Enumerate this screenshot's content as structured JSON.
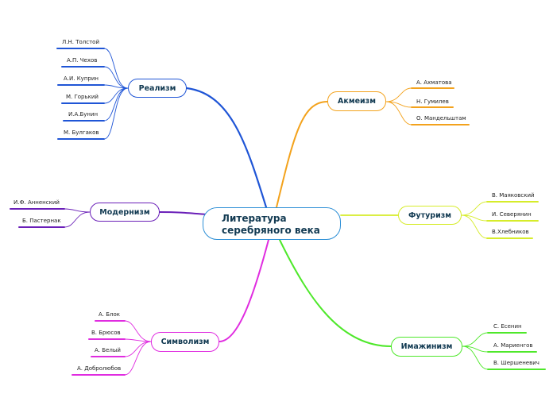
{
  "center": {
    "line1": "Литература",
    "line2": "серебряного века"
  },
  "branches": {
    "realism": {
      "label": "Реализм",
      "color": "#1f55d6",
      "leaves": [
        "Л.Н. Толстой",
        "А.П. Чехов",
        "А.И. Куприн",
        "М. Горький",
        "И.А.Бунин",
        "М. Булгаков"
      ]
    },
    "modernism": {
      "label": "Модернизм",
      "color": "#6a1fb8",
      "leaves": [
        "И.Ф. Анненский",
        "Б. Пастернак"
      ]
    },
    "symbolism": {
      "label": "Символизм",
      "color": "#e02ce0",
      "leaves": [
        "А. Блок",
        "В. Брюсов",
        "А. Белый",
        "А. Добролюбов"
      ]
    },
    "acmeism": {
      "label": "Акмеизм",
      "color": "#f3a21c",
      "leaves": [
        "А. Ахматова",
        "Н. Гумилев",
        "О. Мандельштам"
      ]
    },
    "futurism": {
      "label": "Футуризм",
      "color": "#d6ec2a",
      "leaves": [
        "В. Маяковский",
        "И. Северянин",
        "В.Хлебников"
      ]
    },
    "imaginism": {
      "label": "Имажинизм",
      "color": "#4ee82a",
      "leaves": [
        "С. Есенин",
        "А. Мариенгов",
        "В. Шершеневич"
      ]
    }
  }
}
